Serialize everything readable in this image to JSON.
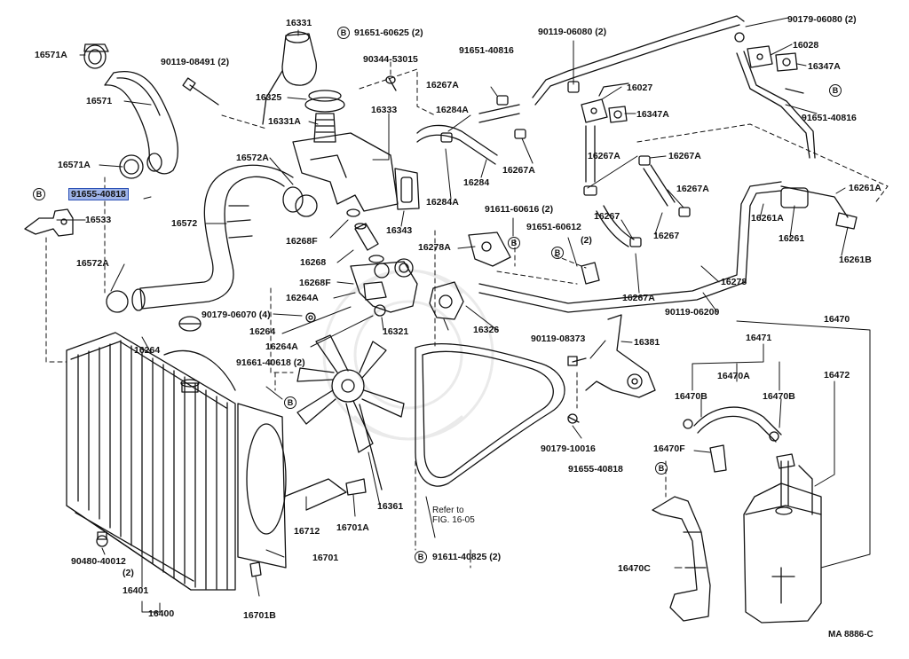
{
  "diagram": {
    "drawing_number": "MA 8886-C",
    "refer_note_line1": "Refer to",
    "refer_note_line2": "FIG. 16-05",
    "bolt_marker": "B",
    "highlighted_part": "91655-40818",
    "labels": {
      "p16571A_top": "16571A",
      "p16571": "16571",
      "p16571A_mid": "16571A",
      "p91655_40818": "91655-40818",
      "p16533": "16533",
      "p16572A_top": "16572A",
      "p16572": "16572",
      "p16572A_bot": "16572A",
      "p90119_08491": "90119-08491 (2)",
      "p16331": "16331",
      "p16325": "16325",
      "p16331A": "16331A",
      "p91651_60625": "91651-60625 (2)",
      "p90344_53015": "90344-53015",
      "p16333": "16333",
      "p16343": "16343",
      "p16268F_a": "16268F",
      "p16268": "16268",
      "p16268F_b": "16268F",
      "p16264A_a": "16264A",
      "p90179_06070": "90179-06070 (4)",
      "p16264": "16264",
      "p16264A_b": "16264A",
      "p16321": "16321",
      "p91661_40618": "91661-40618 (2)",
      "p91651_40816_top": "91651-40816",
      "p16267A_1": "16267A",
      "p16284A_a": "16284A",
      "p16284": "16284",
      "p16284A_b": "16284A",
      "p16267A_2": "16267A",
      "p90119_06080": "90119-06080 (2)",
      "p16027": "16027",
      "p16347A_mid": "16347A",
      "p90179_06080": "90179-06080 (2)",
      "p16028": "16028",
      "p16347A_top": "16347A",
      "p91651_40816_right": "91651-40816",
      "p16267A_3": "16267A",
      "p16267A_4": "16267A",
      "p16267A_5": "16267A",
      "p16267_a": "16267",
      "p16267_b": "16267",
      "p16261A_a": "16261A",
      "p16261A_b": "16261A",
      "p16261": "16261",
      "p16261B": "16261B",
      "p91611_60616": "91611-60616 (2)",
      "p16278A": "16278A",
      "p91651_60612": "91651-60612",
      "p91651_60612_qty": "(2)",
      "p16267A_6": "16267A",
      "p16278": "16278",
      "p90119_06200": "90119-06200",
      "p16326": "16326",
      "p90119_08373": "90119-08373",
      "p16381": "16381",
      "p90179_10016": "90179-10016",
      "p16361": "16361",
      "p91611_40825": "91611-40825 (2)",
      "p16264_fan": "16264",
      "p16712": "16712",
      "p16701A": "16701A",
      "p16701": "16701",
      "p16701B": "16701B",
      "p90480_40012": "90480-40012",
      "p90480_40012_qty": "(2)",
      "p16401": "16401",
      "p16400": "16400",
      "p16470": "16470",
      "p16471": "16471",
      "p16470A": "16470A",
      "p16472": "16472",
      "p16470B_a": "16470B",
      "p16470B_b": "16470B",
      "p16470F": "16470F",
      "p91655_40818_b": "91655-40818",
      "p16470C": "16470C"
    }
  }
}
